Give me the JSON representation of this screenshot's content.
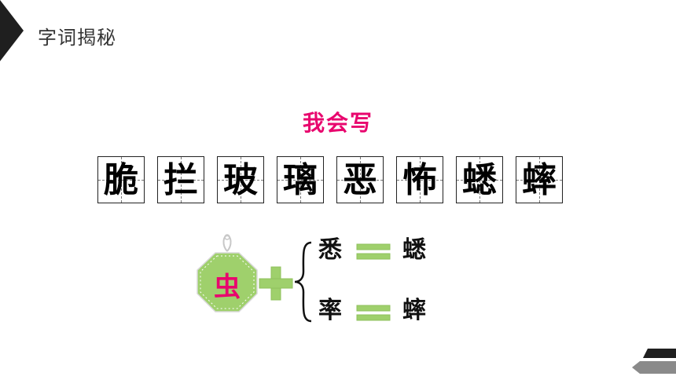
{
  "slide": {
    "title": "字词揭秘",
    "subtitle": "我会写"
  },
  "grid": {
    "characters": [
      "脆",
      "拦",
      "玻",
      "璃",
      "恶",
      "怖",
      "蟋",
      "蟀"
    ]
  },
  "formula": {
    "radical": "虫",
    "rows": [
      {
        "component": "悉",
        "result": "蟋"
      },
      {
        "component": "率",
        "result": "蟀"
      }
    ]
  },
  "colors": {
    "accent": "#e8066e",
    "green": "#9fd06c",
    "dark": "#1f1f1f"
  }
}
